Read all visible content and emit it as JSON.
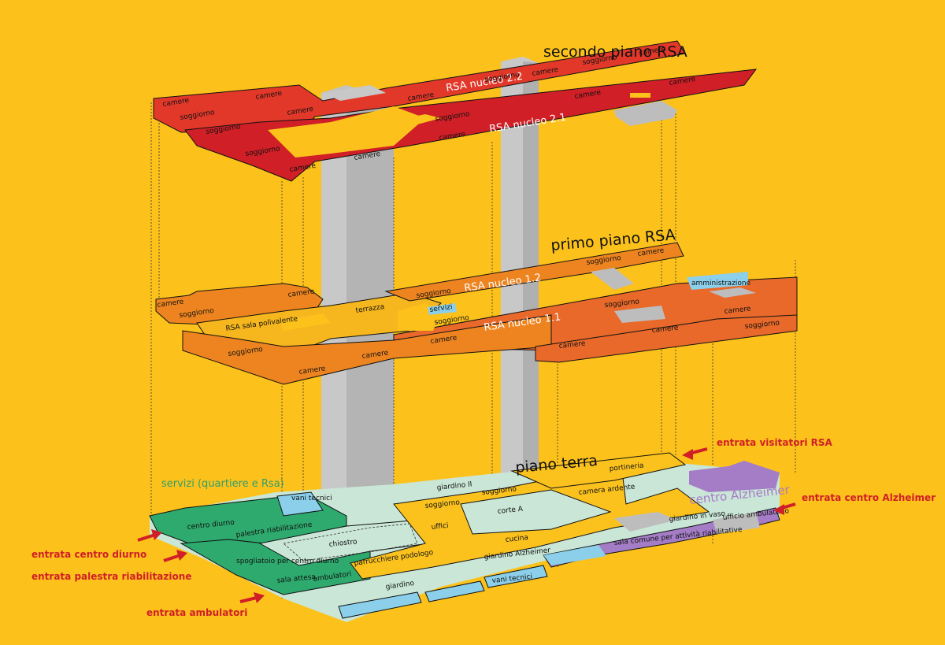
{
  "colors": {
    "background": "#FCC21B",
    "floor2_red": "#D01F27",
    "floor2_red_light": "#E2382A",
    "floor1_orange": "#EE8420",
    "floor1_orange_dark": "#E8692A",
    "floor1_yellow": "#F6B61E",
    "ground_yellow": "#FBC21E",
    "ground_green": "#2EAA6E",
    "ground_green_light": "#C9E6D7",
    "ground_purple": "#A47DC6",
    "blue": "#8BCFEA",
    "gray": "#BDBDBD",
    "arrow_red": "#D01F27"
  },
  "floors": {
    "second": {
      "title": "secondo piano RSA",
      "nucleo_a": "RSA nucleo 2.2",
      "nucleo_b": "RSA nucleo 2.1",
      "labels": [
        "camere",
        "camere",
        "camere",
        "soggiorno",
        "soggiorno",
        "soggiorno",
        "camere",
        "camere",
        "camere",
        "soggiorno",
        "camere",
        "soggiorno",
        "camere",
        "camere",
        "camere",
        "soggiorno",
        "camere"
      ]
    },
    "first": {
      "title": "primo piano RSA",
      "nucleo_a": "RSA nucleo 1.2",
      "nucleo_b": "RSA nucleo 1.1",
      "labels": [
        "camere",
        "camere",
        "soggiorno",
        "RSA sala polivalente",
        "terrazza",
        "soggiorno",
        "servizi",
        "soggiorno",
        "soggiorno",
        "camere",
        "camere",
        "soggiorno",
        "camere",
        "amministrazione",
        "soggiorno",
        "camere",
        "camere",
        "camere",
        "soggiorno",
        "camere"
      ]
    },
    "ground": {
      "title": "piano terra",
      "services_label": "servizi (quartiere e Rsa)",
      "alzheimer_label": "centro Alzheimer",
      "labels": [
        "vani tecnici",
        "centro diurno",
        "palestra riabilitazione",
        "chiostro",
        "spogliatoio per centro diurno",
        "sala attesa",
        "ambulatori",
        "parrucchiere podologo",
        "giardino",
        "giardino II",
        "soggiorno",
        "soggiorno",
        "uffici",
        "corte A",
        "cucina",
        "giardino Alzheimer",
        "vani tecnici",
        "camera ardente",
        "portineria",
        "giardino in vaso",
        "sala comune per attività riabilitative",
        "ufficio ambulatorio"
      ]
    }
  },
  "entrances": {
    "centro_diurno": "entrata centro diurno",
    "palestra": "entrata palestra riabilitazione",
    "ambulatori": "entrata ambulatori",
    "visitatori": "entrata visitatori RSA",
    "alzheimer": "entrata centro Alzheimer"
  }
}
